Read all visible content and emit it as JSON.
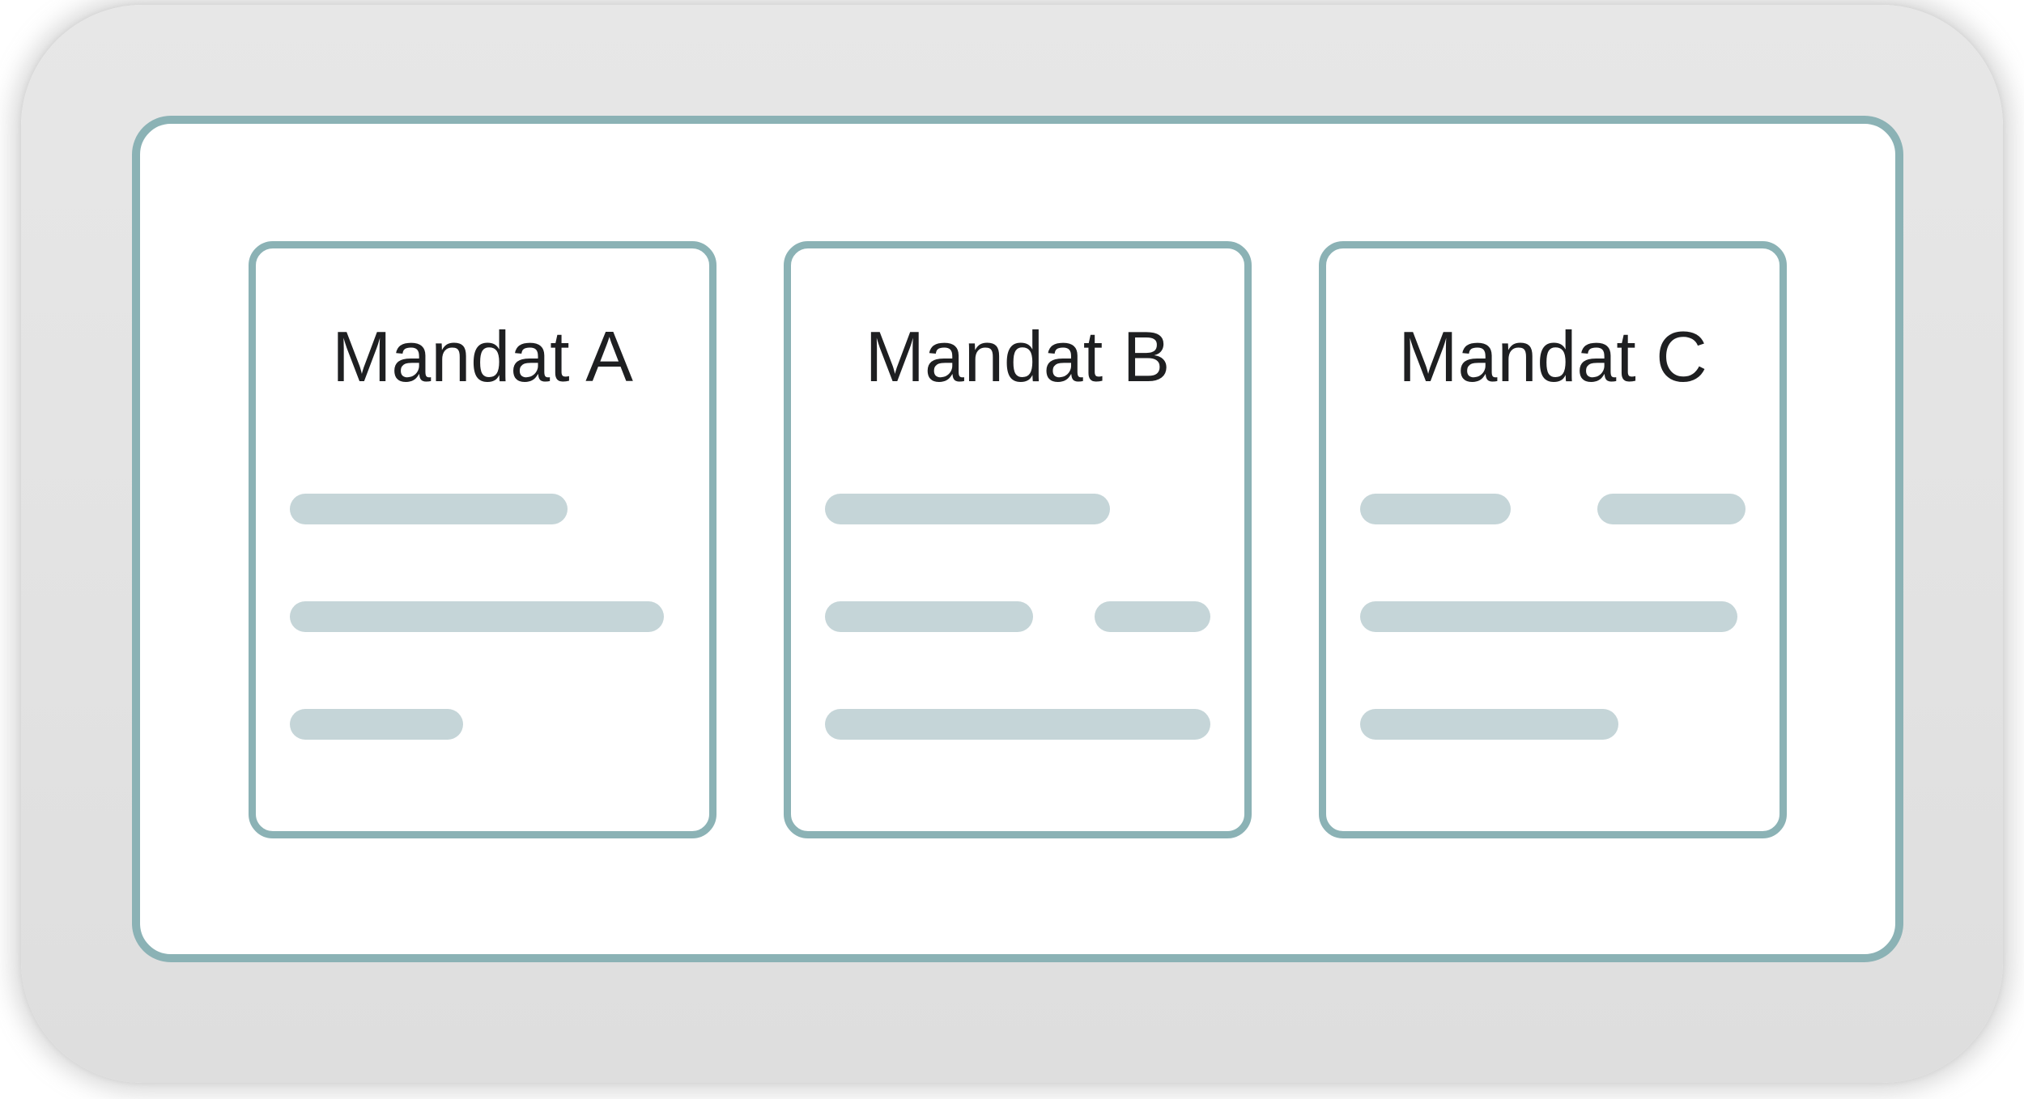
{
  "colors": {
    "page_background": "#FFFFFF",
    "canvas_background": "#E3E3E3",
    "panel_border": "#8BB2B5",
    "card_border": "#8BB2B5",
    "card_background": "#FFFFFF",
    "placeholder_bar": "#C5D5D8",
    "title_text": "#1E1F21"
  },
  "cards": [
    {
      "title": "Mandat A",
      "lines": [
        {
          "segments": [
            72
          ]
        },
        {
          "segments": [
            97
          ]
        },
        {
          "segments": [
            45
          ]
        }
      ]
    },
    {
      "title": "Mandat B",
      "lines": [
        {
          "segments": [
            74
          ]
        },
        {
          "segments": [
            54,
            30
          ]
        },
        {
          "segments": [
            100
          ]
        }
      ]
    },
    {
      "title": "Mandat C",
      "lines": [
        {
          "segments": [
            39,
            38.5
          ]
        },
        {
          "segments": [
            98
          ]
        },
        {
          "segments": [
            67
          ]
        }
      ]
    }
  ]
}
